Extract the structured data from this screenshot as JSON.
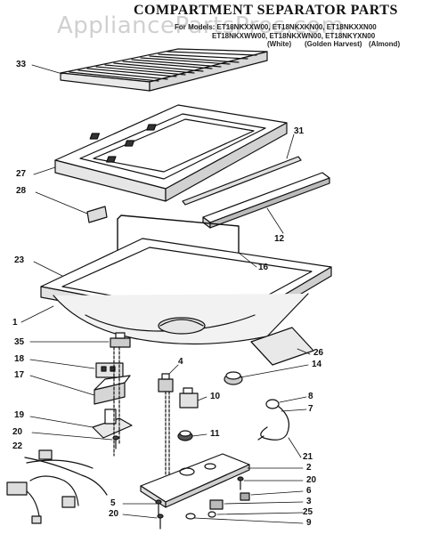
{
  "header": {
    "title": "COMPARTMENT SEPARATOR PARTS",
    "watermark": "AppliancePartsPros.com",
    "model_lines": [
      "For Models: ET18NKXXW00, ET18NKXKN00, ET18NKXXN00",
      "ET18NKXWW00, ET18NKXWN00, ET18NKYXN00"
    ],
    "colors": [
      "(White)",
      "(Golden Harvest)",
      "(Almond)"
    ]
  },
  "callouts": {
    "c33": "33",
    "c31": "31",
    "c27": "27",
    "c28": "28",
    "c12": "12",
    "c23": "23",
    "c16": "16",
    "c1": "1",
    "c26": "26",
    "c35": "35",
    "c4": "4",
    "c14": "14",
    "c18": "18",
    "c17": "17",
    "c8": "8",
    "c7": "7",
    "c10": "10",
    "c19": "19",
    "c11": "11",
    "c20a": "20",
    "c22": "22",
    "c21": "21",
    "c2": "2",
    "c20b": "20",
    "c6": "6",
    "c5": "5",
    "c3": "3",
    "c25": "25",
    "c20c": "20",
    "c9": "9"
  }
}
